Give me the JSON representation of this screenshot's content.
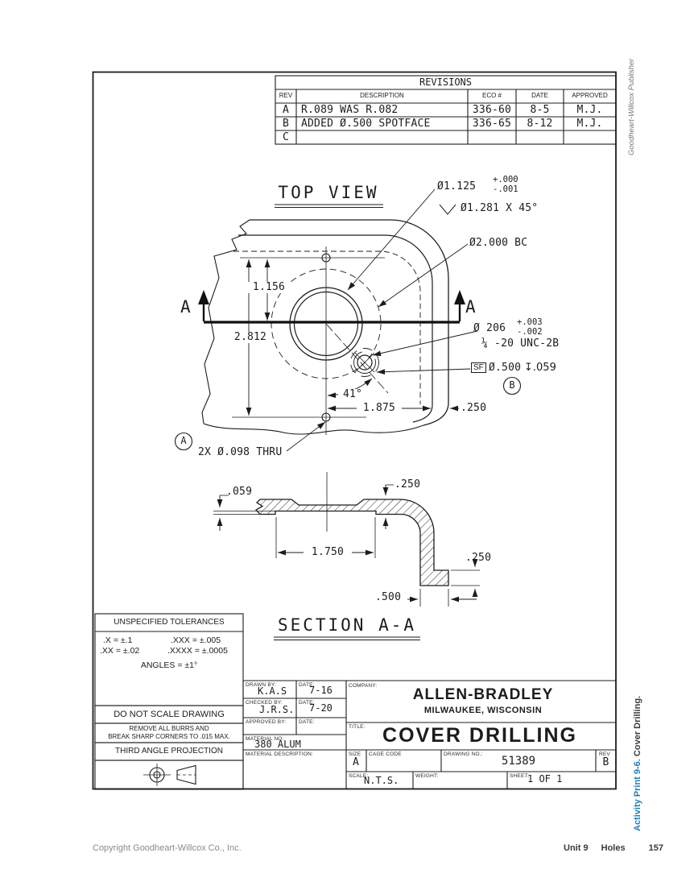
{
  "page": {
    "footer_copyright": "Copyright Goodheart-Willcox Co., Inc.",
    "footer_unit": "Unit 9",
    "footer_topic": "Holes",
    "footer_page": "157",
    "margin_publisher": "Goodheart-Willcox Publisher",
    "margin_activity": "Activity Print 9-6.",
    "margin_activity_title": "Cover Drilling.",
    "accent_color": "#1d7dbf"
  },
  "revisions": {
    "title": "REVISIONS",
    "col_rev": "REV",
    "col_description": "DESCRIPTION",
    "col_eco": "ECO #",
    "col_date": "DATE",
    "col_approved": "APPROVED",
    "rows": [
      {
        "rev": "A",
        "description": "R.089 WAS R.082",
        "eco": "336-60",
        "date": "8-5",
        "approved": "M.J."
      },
      {
        "rev": "B",
        "description": "ADDED Ø.500 SPOTFACE",
        "eco": "336-65",
        "date": "8-12",
        "approved": "M.J."
      },
      {
        "rev": "C",
        "description": "",
        "eco": "",
        "date": "",
        "approved": ""
      }
    ]
  },
  "top_view": {
    "title": "TOP VIEW",
    "section_letter_left": "A",
    "section_letter_right": "A",
    "balloon_a": "A",
    "balloon_b": "B",
    "note_bore": "Ø1.125",
    "note_bore_plus": "+.000",
    "note_bore_minus": "-.001",
    "note_chamfer": "Ø1.281 X 45°",
    "note_bolt_circle": "Ø2.000 BC",
    "note_tap": "Ø 206",
    "note_tap_plus": "+.003",
    "note_tap_minus": "-.002",
    "note_thread": "¼ -20 UNC-2B",
    "note_spotface_flag": "SF",
    "note_spotface_dia": "Ø.500",
    "note_spotface_depth": "↧.059",
    "note_holes": "2X Ø.098 THRU",
    "dim_1156": "1.156",
    "dim_2812": "2.812",
    "dim_angle": "41°",
    "dim_1875": "1.875",
    "dim_250": ".250"
  },
  "section_view": {
    "title": "SECTION A-A",
    "dim_059": ".059",
    "dim_250_top": ".250",
    "dim_1750": "1.750",
    "dim_250_right": ".250",
    "dim_500": ".500"
  },
  "tolerances": {
    "title": "UNSPECIFIED TOLERANCES",
    "x": ".X  =  ±.1",
    "xxx": ".XXX  =  ±.005",
    "xx": ".XX =  ±.02",
    "xxxx": ".XXXX =  ±.0005",
    "angles": "ANGLES = ±1°"
  },
  "notes": {
    "no_scale": "DO NOT SCALE DRAWING",
    "burrs_1": "REMOVE ALL BURRS AND",
    "burrs_2": "BREAK SHARP CORNERS TO .015 MAX.",
    "projection": "THIRD ANGLE PROJECTION"
  },
  "title_block": {
    "drawn_by_label": "DRAWN BY:",
    "drawn_by": "K.A.S",
    "date_label": "DATE:",
    "drawn_date": "7-16",
    "checked_by_label": "CHECKED BY:",
    "checked_by": "J.R.S.",
    "checked_date": "7-20",
    "approved_by_label": "APPROVED BY:",
    "company_label": "COMPANY:",
    "company": "ALLEN-BRADLEY",
    "company_location": "MILWAUKEE, WISCONSIN",
    "title_label": "TITLE:",
    "title": "COVER DRILLING",
    "material_no_label": "MATERIAL NO:",
    "material_no": "380 ALUM",
    "material_desc_label": "MATERIAL DESCRIPTION:",
    "size_label": "SIZE",
    "size": "A",
    "cage_label": "CAGE CODE",
    "drawing_no_label": "DRAWING NO.:",
    "drawing_no": "51389",
    "rev_label": "REV",
    "rev": "B",
    "scale_label": "SCALE:",
    "scale": "N.T.S.",
    "weight_label": "WEIGHT:",
    "sheet_label": "SHEET:",
    "sheet": "1 OF 1"
  }
}
